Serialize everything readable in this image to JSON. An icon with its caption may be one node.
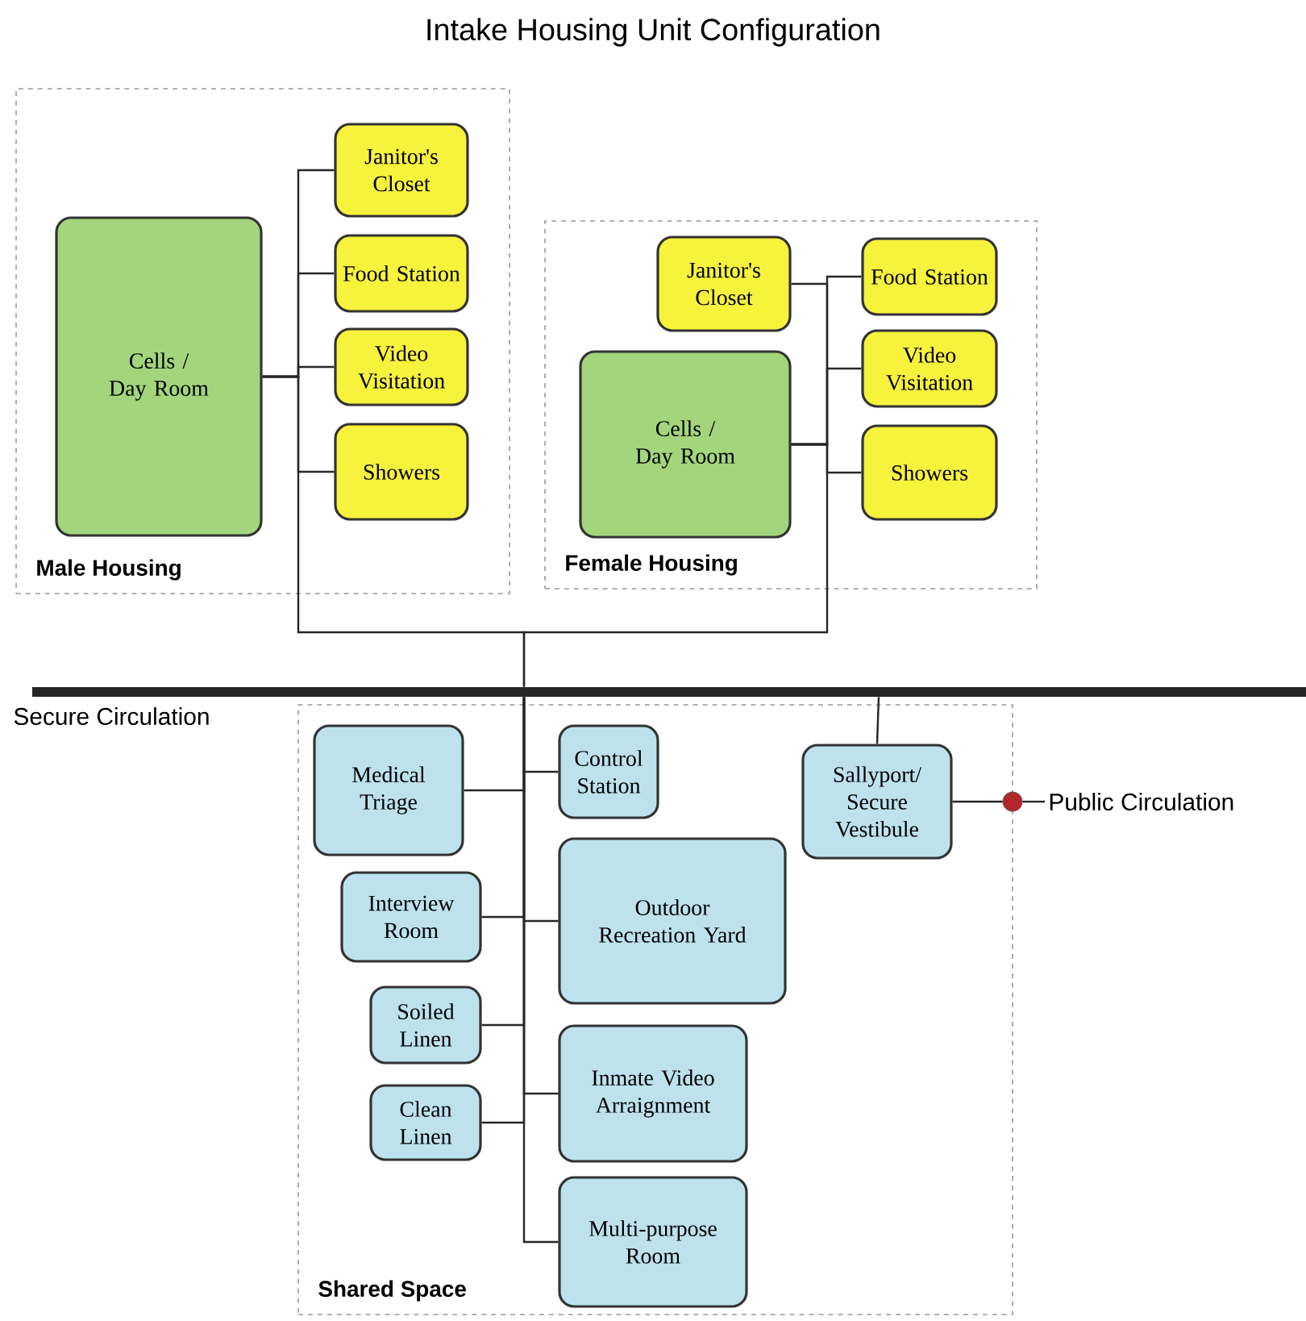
{
  "diagram": {
    "title": "Intake Housing Unit Configuration",
    "nodes": [
      {
        "text": [
          "Male Housing"
        ]
      },
      {
        "text": [
          "Cells / Day Room"
        ],
        "in": 0
      },
      {
        "text": [
          "Janitor's Closet"
        ],
        "in": 0
      },
      {
        "text": [
          "Food Station"
        ],
        "in": 0
      },
      {
        "text": [
          "Video Visitation"
        ],
        "in": 0
      },
      {
        "text": [
          "Showers"
        ],
        "in": 0
      },
      {
        "text": [
          "Female Housing"
        ]
      },
      {
        "text": [
          "Janitor's Closet"
        ],
        "in": 6
      },
      {
        "text": [
          "Food Station"
        ],
        "in": 6
      },
      {
        "text": [
          "Video Visitation"
        ],
        "in": 6
      },
      {
        "text": [
          "Cells / Day Room"
        ],
        "in": 6
      },
      {
        "text": [
          "Showers"
        ],
        "in": 6
      },
      {
        "text": [
          "Secure Circulation"
        ]
      },
      {
        "text": [
          "Shared Space"
        ]
      },
      {
        "text": [
          "Medical Triage"
        ],
        "in": 13
      },
      {
        "text": [
          "Control Station"
        ],
        "in": 13
      },
      {
        "text": [
          "Sallyport/ Secure Vestibule"
        ],
        "in": 13
      },
      {
        "text": [
          "Interview Room"
        ],
        "in": 13
      },
      {
        "text": [
          "Outdoor Recreation Yard"
        ],
        "in": 13
      },
      {
        "text": [
          "Soiled Linen"
        ],
        "in": 13
      },
      {
        "text": [
          "Clean Linen"
        ],
        "in": 13
      },
      {
        "text": [
          "Inmate Video Arraignment"
        ],
        "in": 13
      },
      {
        "text": [
          "Multi-purpose Room"
        ],
        "in": 13
      },
      {
        "text": [],
        "shape": "circle"
      },
      {
        "text": [
          "Public Circulation"
        ]
      }
    ],
    "edges": [
      {
        "from": 1,
        "to": 2,
        "arrow": "none"
      },
      {
        "from": 1,
        "to": 3,
        "arrow": "none"
      },
      {
        "from": 1,
        "to": 4,
        "arrow": "none"
      },
      {
        "from": 1,
        "to": 5,
        "arrow": "none"
      },
      {
        "from": 10,
        "to": 7,
        "arrow": "none"
      },
      {
        "from": 10,
        "to": 8,
        "arrow": "none"
      },
      {
        "from": 10,
        "to": 9,
        "arrow": "none"
      },
      {
        "from": 10,
        "to": 11,
        "arrow": "none"
      },
      {
        "from": 1,
        "to": 12,
        "arrow": "none"
      },
      {
        "from": 10,
        "to": 12,
        "arrow": "none"
      },
      {
        "from": 12,
        "to": 14,
        "arrow": "none"
      },
      {
        "from": 12,
        "to": 15,
        "arrow": "none"
      },
      {
        "from": 12,
        "to": 17,
        "arrow": "none"
      },
      {
        "from": 12,
        "to": 18,
        "arrow": "none"
      },
      {
        "from": 12,
        "to": 19,
        "arrow": "none"
      },
      {
        "from": 12,
        "to": 21,
        "arrow": "none"
      },
      {
        "from": 12,
        "to": 20,
        "arrow": "none"
      },
      {
        "from": 12,
        "to": 22,
        "arrow": "none"
      },
      {
        "from": 12,
        "to": 16,
        "arrow": "none"
      },
      {
        "from": 16,
        "to": 23,
        "arrow": "none"
      },
      {
        "from": 23,
        "to": 24,
        "arrow": "none"
      }
    ]
  }
}
